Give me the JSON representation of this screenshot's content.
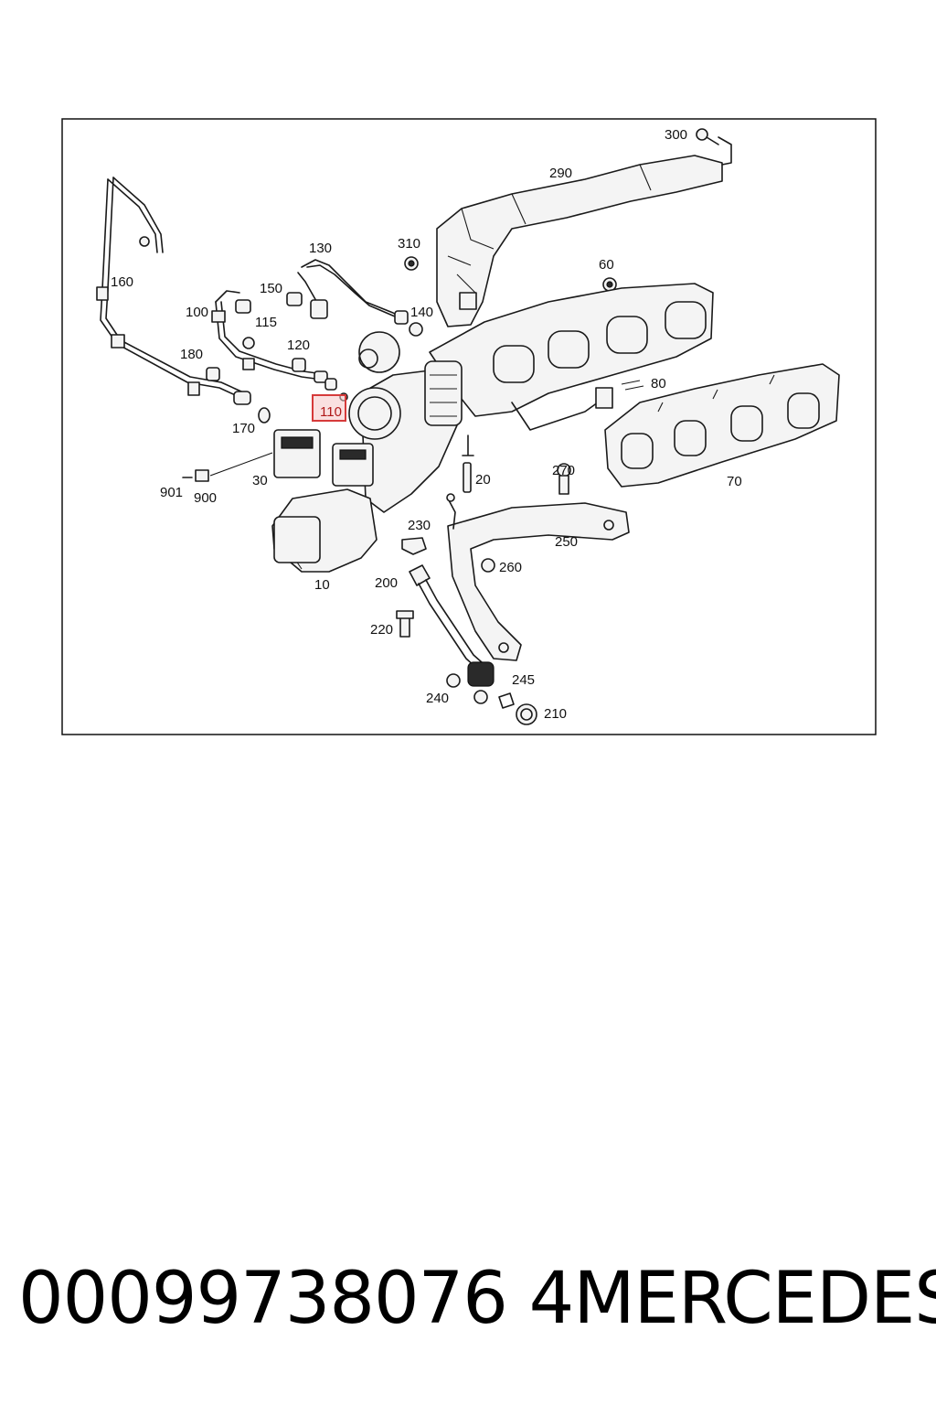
{
  "labels": {
    "p10": "10",
    "p20": "20",
    "p30": "30",
    "p60": "60",
    "p70": "70",
    "p80": "80",
    "p100": "100",
    "p110": "110",
    "p115": "115",
    "p120": "120",
    "p130": "130",
    "p140": "140",
    "p150": "150",
    "p160": "160",
    "p170": "170",
    "p180": "180",
    "p200": "200",
    "p210": "210",
    "p220": "220",
    "p230": "230",
    "p240": "240",
    "p245": "245",
    "p250": "250",
    "p260": "260",
    "p270": "270",
    "p290": "290",
    "p300": "300",
    "p310": "310",
    "p900": "900",
    "p901": "901"
  },
  "highlight": {
    "label": "110",
    "color": "#d63a3a",
    "fill": "#f5c6c6"
  },
  "caption": {
    "part_number": "00099738076 4",
    "brand": "MERCEDES"
  }
}
